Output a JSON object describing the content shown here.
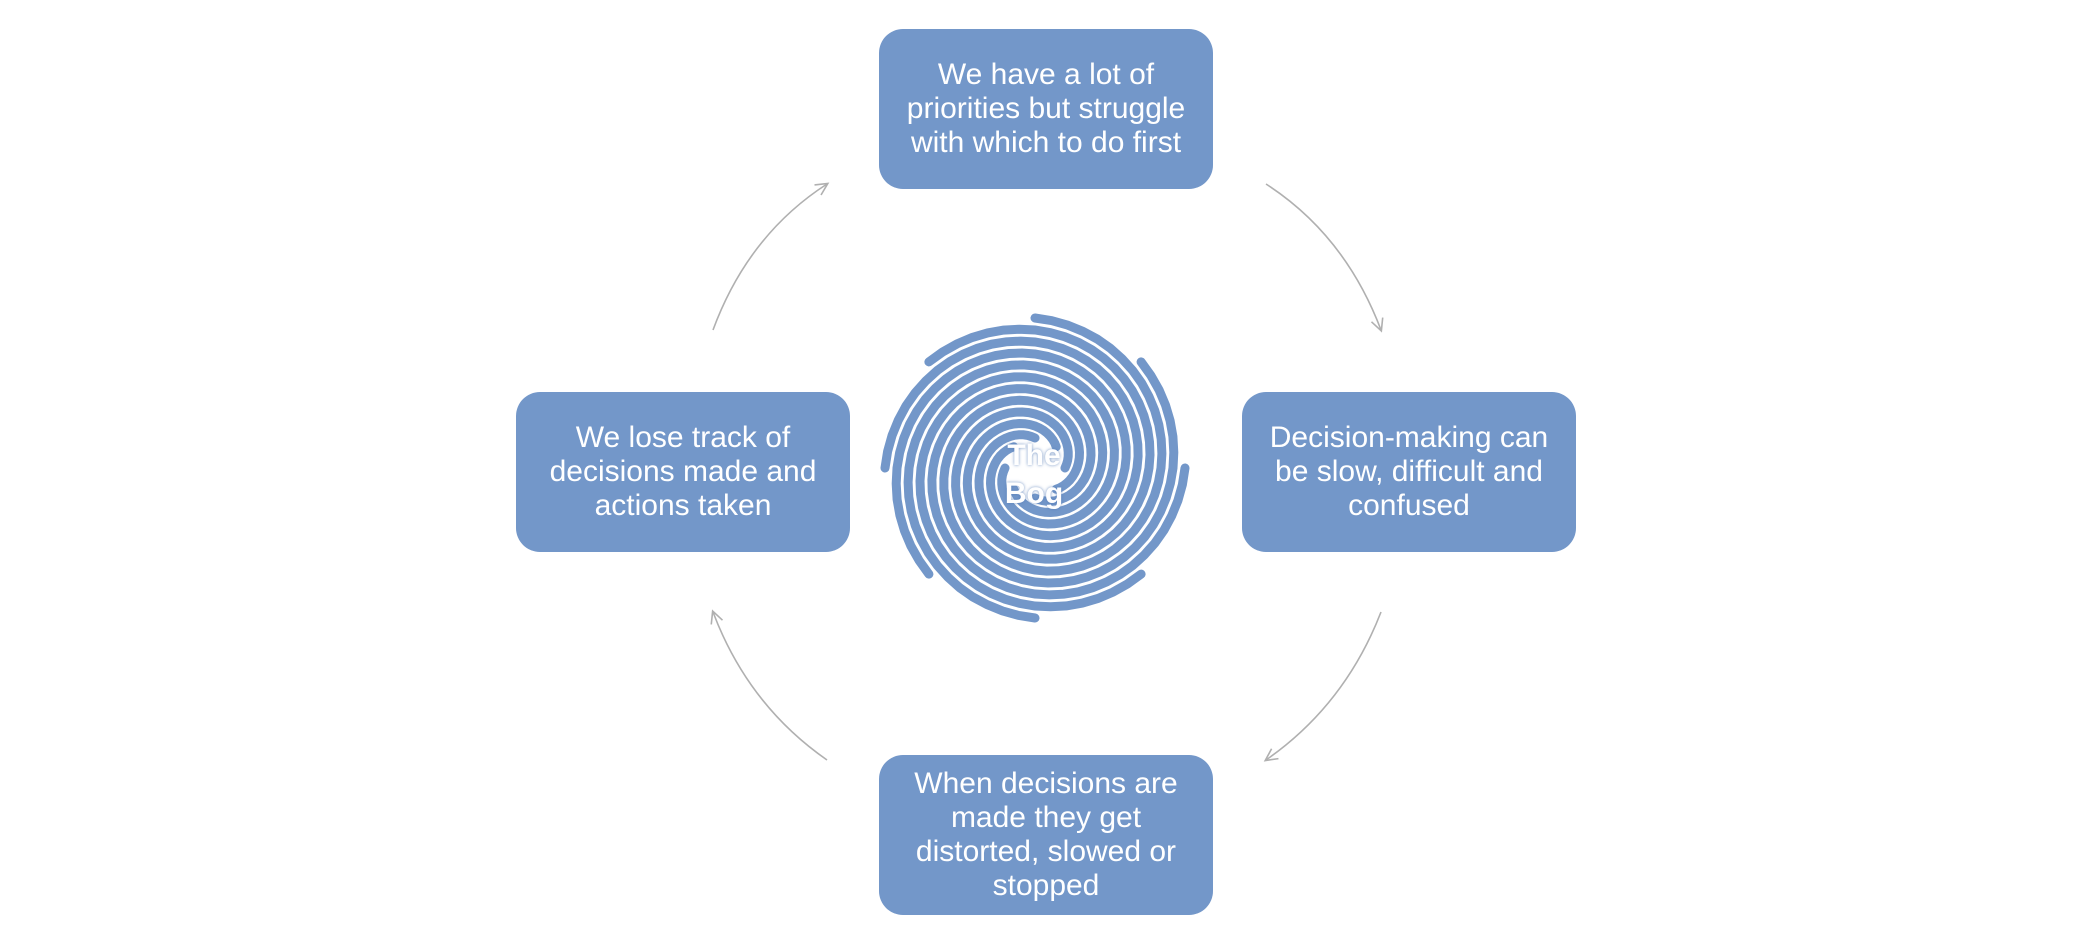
{
  "diagram": {
    "center_label": "The\nBog",
    "nodes": [
      {
        "id": "top",
        "text": "We have a lot of priorities but struggle with which to do first"
      },
      {
        "id": "right",
        "text": "Decision-making can be slow, difficult and confused"
      },
      {
        "id": "bottom",
        "text": "When decisions are made they get distorted, slowed or stopped"
      },
      {
        "id": "left",
        "text": "We lose track of decisions made and actions taken"
      }
    ],
    "edges": [
      {
        "from": "top",
        "to": "right"
      },
      {
        "from": "right",
        "to": "bottom"
      },
      {
        "from": "bottom",
        "to": "left"
      },
      {
        "from": "left",
        "to": "top"
      }
    ],
    "flow": "clockwise"
  },
  "colors": {
    "node_fill": "#7397c9",
    "node_text": "#ffffff",
    "spiral": "#7397c9",
    "arrow": "#b0b0b0"
  },
  "icons": {
    "center": "spiral-icon"
  }
}
